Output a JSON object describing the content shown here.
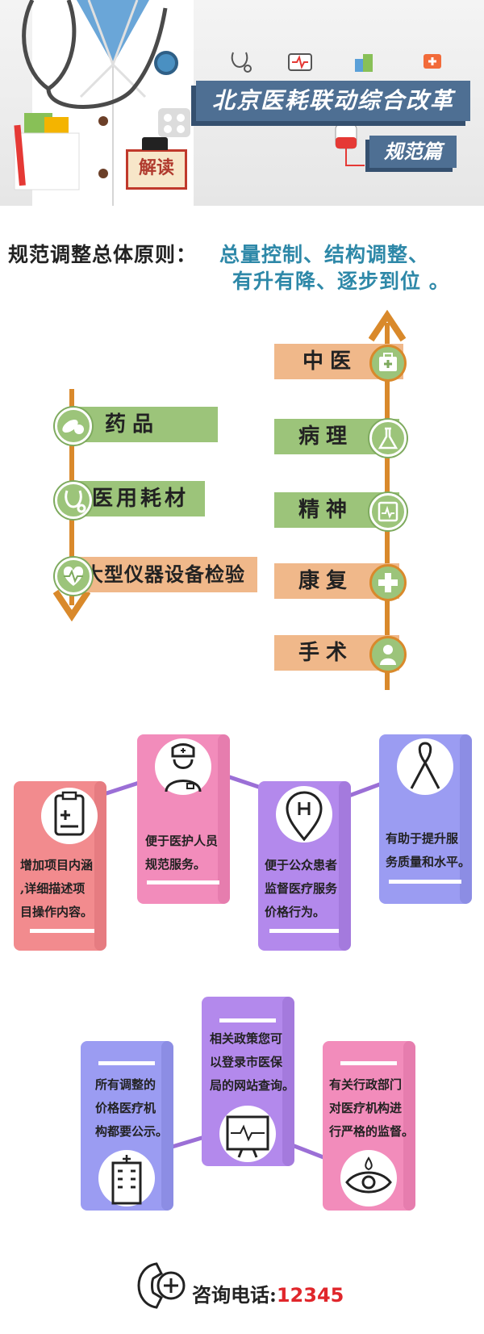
{
  "header": {
    "title": "北京医耗联动综合改革",
    "subtitle": "规范篇",
    "stamp": "解读"
  },
  "principle": {
    "label": "规范调整总体原则：",
    "line1": "总量控制、结构调整、",
    "line2": "有升有降、逐步到位 。"
  },
  "down_items": [
    {
      "label": "药品",
      "icon": "pills-icon"
    },
    {
      "label": "医用耗材",
      "icon": "stethoscope-icon"
    },
    {
      "label": "大型仪器设备检验",
      "icon": "heartbeat-icon"
    }
  ],
  "up_items": [
    {
      "label": "中医",
      "icon": "medicine-box-icon"
    },
    {
      "label": "病理",
      "icon": "flask-icon"
    },
    {
      "label": "精神",
      "icon": "monitor-icon"
    },
    {
      "label": "康复",
      "icon": "cross-icon"
    },
    {
      "label": "手术",
      "icon": "surgeon-icon"
    }
  ],
  "benefits": [
    {
      "lines": [
        "增加项目内涵",
        ",详细描述项",
        "目操作内容。"
      ],
      "icon": "clipboard-icon",
      "color": "#f28b8e"
    },
    {
      "lines": [
        "便于医护人员",
        "规范服务。"
      ],
      "icon": "nurse-icon",
      "color": "#f28cbb"
    },
    {
      "lines": [
        "便于公众患者",
        "监督医疗服务",
        "价格行为。"
      ],
      "icon": "hospital-pin-icon",
      "color": "#b389ec"
    },
    {
      "lines": [
        "有助于提升服",
        "务质量和水平。"
      ],
      "icon": "ribbon-icon",
      "color": "#9b9cf2"
    }
  ],
  "notices": [
    {
      "lines": [
        "所有调整的",
        "价格医疗机",
        "构都要公示。"
      ],
      "icon": "hospital-building-icon",
      "color": "#9b9cf2"
    },
    {
      "lines": [
        "相关政策您可",
        "以登录市医保",
        "局的网站查询。"
      ],
      "icon": "computer-monitor-icon",
      "color": "#b389ec"
    },
    {
      "lines": [
        "有关行政部门",
        "对医疗机构进",
        "行严格的监督。"
      ],
      "icon": "eye-icon",
      "color": "#f28cbb"
    }
  ],
  "contact": {
    "label": "咨询电话:",
    "number": "12345"
  }
}
